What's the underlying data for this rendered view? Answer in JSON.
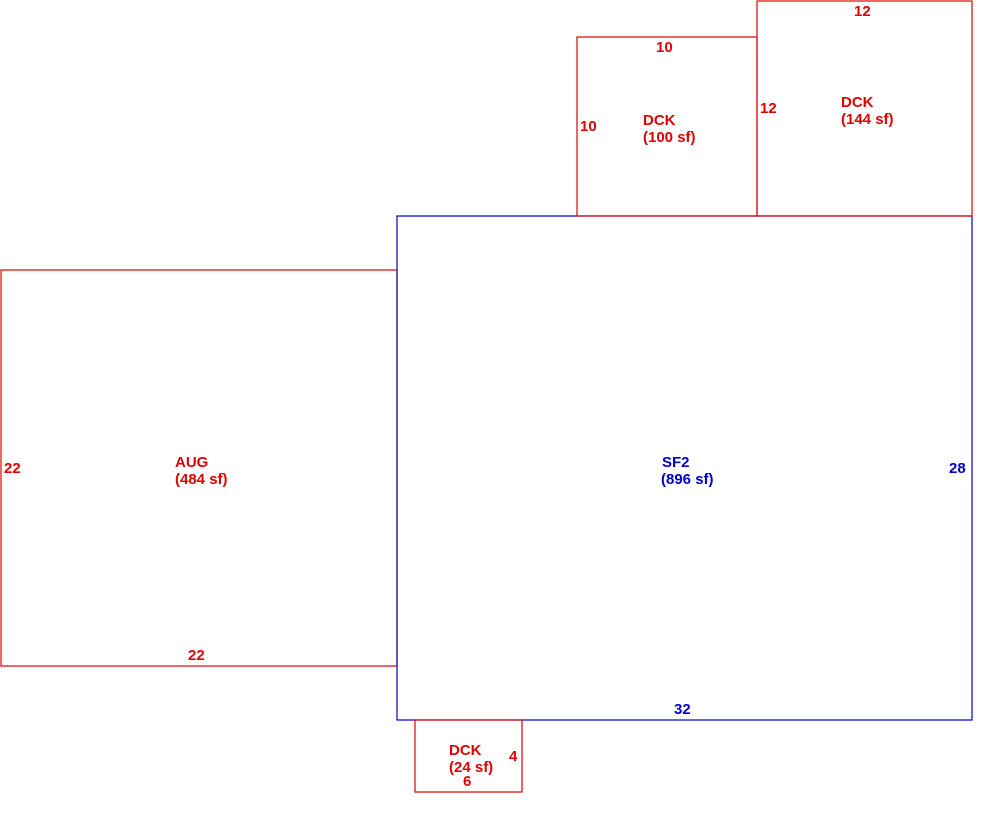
{
  "colors": {
    "addition": "#e00000",
    "main": "#0000cc",
    "background": "#ffffff"
  },
  "areas": {
    "sf2": {
      "code": "SF2",
      "area_label": "(896 sf)",
      "dims": {
        "bottom": "32",
        "right": "28"
      }
    },
    "aug": {
      "code": "AUG",
      "area_label": "(484 sf)",
      "dims": {
        "bottom": "22",
        "left": "22"
      }
    },
    "deck_top_left": {
      "code": "DCK",
      "area_label": "(100 sf)",
      "dims": {
        "top": "10",
        "left": "10"
      }
    },
    "deck_top_right": {
      "code": "DCK",
      "area_label": "(144 sf)",
      "dims": {
        "top": "12",
        "left": "12"
      }
    },
    "deck_bottom": {
      "code": "DCK",
      "area_label": "(24 sf)",
      "dims": {
        "bottom": "6",
        "right": "4"
      }
    }
  }
}
